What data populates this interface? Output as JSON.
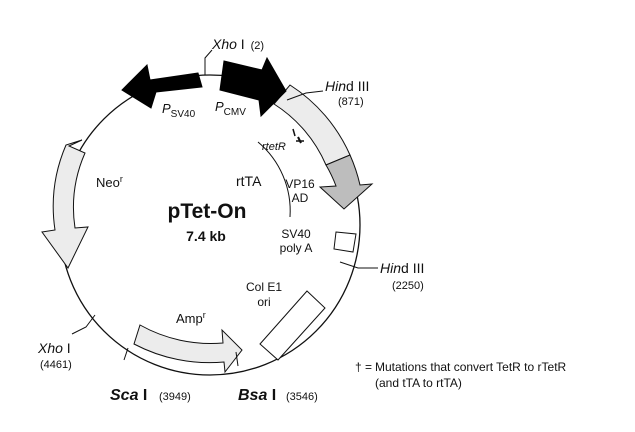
{
  "plasmid": {
    "name": "pTet-On",
    "size": "7.4 kb"
  },
  "sites": {
    "xho_top": {
      "enzyme_italic": "Xho",
      "enzyme_rest": " I",
      "position": "(2)"
    },
    "hind_top": {
      "enzyme_italic": "Hin",
      "enzyme_rest": "d III",
      "position": "(871)"
    },
    "hind_right": {
      "enzyme_italic": "Hin",
      "enzyme_rest": "d III",
      "position": "(2250)"
    },
    "xho_left": {
      "enzyme_italic": "Xho",
      "enzyme_rest": " I",
      "position": "(4461)"
    },
    "sca": {
      "enzyme_italic": "Sca",
      "enzyme_rest": " I",
      "position": "(3949)"
    },
    "bsa": {
      "enzyme_italic": "Bsa",
      "enzyme_rest": " I",
      "position": "(3546)"
    }
  },
  "features": {
    "psv40_main": "P",
    "psv40_sub": "SV40",
    "pcmv_main": "P",
    "pcmv_sub": "CMV",
    "rtetr": "rtetR",
    "rtta": "rtTA",
    "vp16_line1": "VP16",
    "vp16_line2": "AD",
    "sv40_line1": "SV40",
    "sv40_line2": "poly A",
    "col_line1": "Col E1",
    "col_line2": "ori",
    "neo_main": "Neo",
    "neo_sup": "r",
    "amp_main": "Amp",
    "amp_sup": "r"
  },
  "legend": {
    "symbol": "† =",
    "line1": "Mutations that convert TetR to rTetR",
    "line2": "(and tTA to rtTA)"
  },
  "colors": {
    "promoter_fill": "#000000",
    "gene_fill": "#ececec",
    "vp16_fill": "#bdbdbd",
    "backbone": "#111111"
  }
}
